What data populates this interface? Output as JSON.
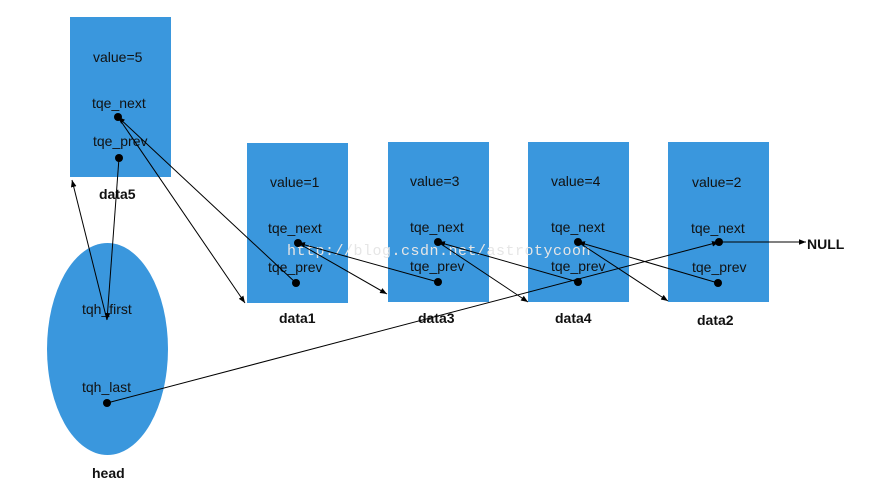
{
  "diagram": {
    "colors": {
      "node_fill": "#3a97dd",
      "line": "#000000",
      "watermark": "#e6e6e6"
    },
    "nodes": [
      {
        "id": "data5",
        "value_label": "value=5",
        "next_label": "tqe_next",
        "prev_label": "tqe_prev",
        "caption": "data5"
      },
      {
        "id": "data1",
        "value_label": "value=1",
        "next_label": "tqe_next",
        "prev_label": "tqe_prev",
        "caption": "data1"
      },
      {
        "id": "data3",
        "value_label": "value=3",
        "next_label": "tqe_next",
        "prev_label": "tqe_prev",
        "caption": "data3"
      },
      {
        "id": "data4",
        "value_label": "value=4",
        "next_label": "tqe_next",
        "prev_label": "tqe_prev",
        "caption": "data4"
      },
      {
        "id": "data2",
        "value_label": "value=2",
        "next_label": "tqe_next",
        "prev_label": "tqe_prev",
        "caption": "data2"
      }
    ],
    "head": {
      "first_label": "tqh_first",
      "last_label": "tqh_last",
      "caption": "head"
    },
    "null_label": "NULL",
    "watermark": "http://blog.csdn.net/astrotycoon"
  }
}
